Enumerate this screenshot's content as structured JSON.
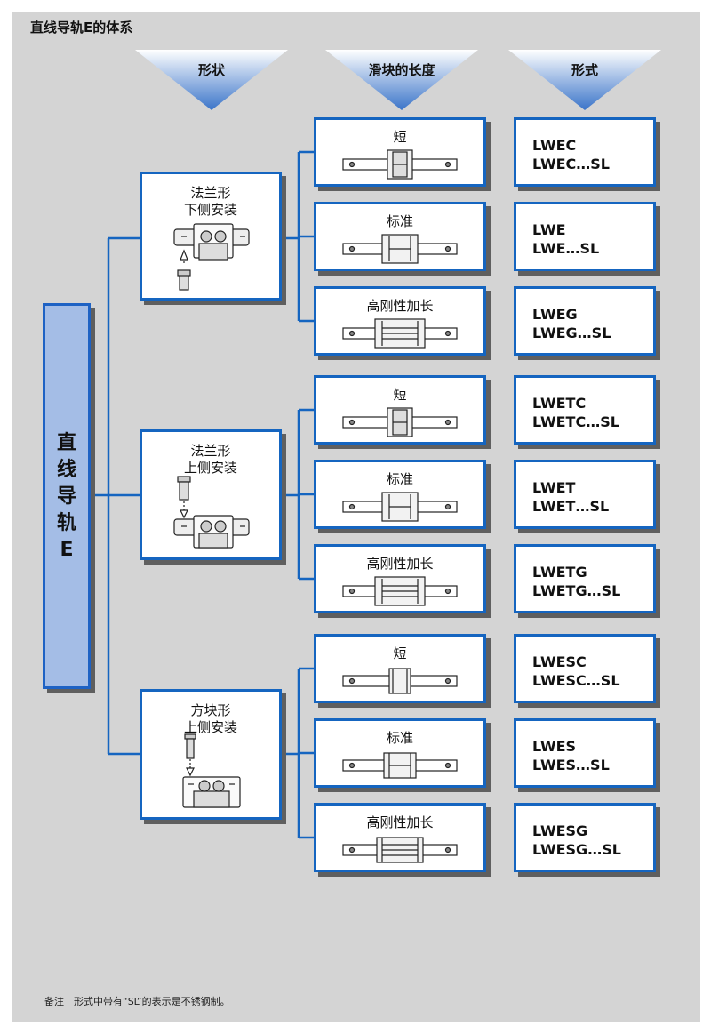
{
  "title": "直线导轨E的体系",
  "headers": [
    "形状",
    "滑块的长度",
    "形式"
  ],
  "root": {
    "lines": [
      "直",
      "线",
      "导",
      "轨",
      "E"
    ]
  },
  "groups": [
    {
      "shape": [
        "法兰形",
        "下侧安装"
      ],
      "variants": [
        {
          "length": "短",
          "model": [
            "LWEC",
            "LWEC…SL"
          ]
        },
        {
          "length": "标准",
          "model": [
            "LWE",
            "LWE…SL"
          ]
        },
        {
          "length": "高刚性加长",
          "model": [
            "LWEG",
            "LWEG…SL"
          ]
        }
      ]
    },
    {
      "shape": [
        "法兰形",
        "上侧安装"
      ],
      "variants": [
        {
          "length": "短",
          "model": [
            "LWETC",
            "LWETC…SL"
          ]
        },
        {
          "length": "标准",
          "model": [
            "LWET",
            "LWET…SL"
          ]
        },
        {
          "length": "高刚性加长",
          "model": [
            "LWETG",
            "LWETG…SL"
          ]
        }
      ]
    },
    {
      "shape": [
        "方块形",
        "上侧安装"
      ],
      "variants": [
        {
          "length": "短",
          "model": [
            "LWESC",
            "LWESC…SL"
          ]
        },
        {
          "length": "标准",
          "model": [
            "LWES",
            "LWES…SL"
          ]
        },
        {
          "length": "高刚性加长",
          "model": [
            "LWESG",
            "LWESG…SL"
          ]
        }
      ]
    }
  ],
  "note": "备注　形式中带有“SL”的表示是不锈钢制。",
  "colors": {
    "panel": "#d4d4d4",
    "border": "#1565c0",
    "root_fill": "#a4bde6",
    "shadow": "#5f5f5f",
    "header_gradient_top": "#3a74c9",
    "header_gradient_bottom": "#ffffff"
  }
}
